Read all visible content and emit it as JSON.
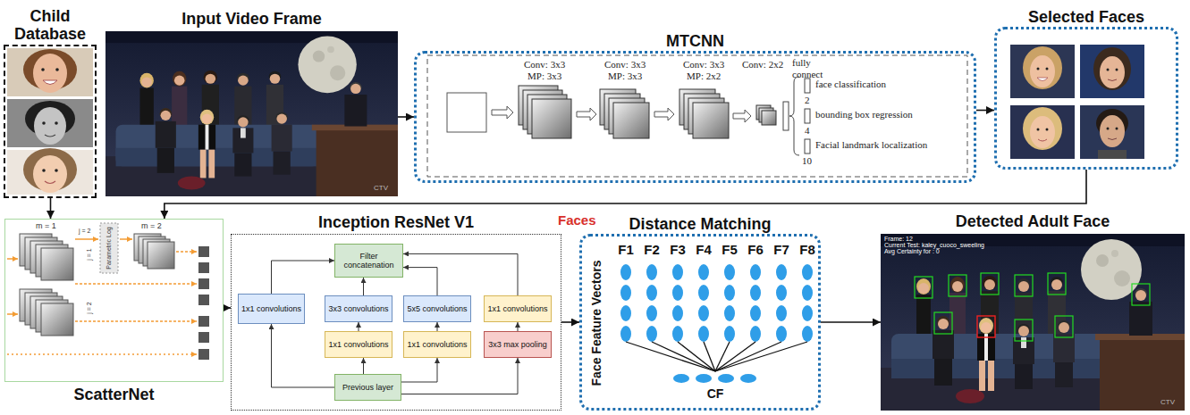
{
  "diagram": {
    "nodes": [
      {
        "text": [
          "Child Database"
        ]
      },
      {
        "text": [
          "Input Video Frame"
        ]
      },
      {
        "text": [
          "MTCNN"
        ]
      },
      {
        "text": [
          "Selected Faces"
        ]
      },
      {
        "text": [
          "ScatterNet"
        ]
      },
      {
        "text": [
          "Inception ResNet V1"
        ]
      },
      {
        "text": [
          "Filter concatenation"
        ],
        "in": 5
      },
      {
        "text": [
          "1x1 convolutions"
        ],
        "in": 5
      },
      {
        "text": [
          "3x3 convolutions"
        ],
        "in": 5
      },
      {
        "text": [
          "5x5 convolutions"
        ],
        "in": 5
      },
      {
        "text": [
          "1x1 convolutions"
        ],
        "in": 5
      },
      {
        "text": [
          "1x1 convolutions"
        ],
        "in": 5
      },
      {
        "text": [
          "1x1 convolutions"
        ],
        "in": 5
      },
      {
        "text": [
          "3x3 max pooling"
        ],
        "in": 5
      },
      {
        "text": [
          "Previous layer"
        ],
        "in": 5
      },
      {
        "text": [
          "Distance Matching"
        ]
      },
      {
        "text": [
          "Detected Adult Face"
        ]
      }
    ],
    "edges": [
      {
        "from": 0,
        "to": 4,
        "arrow": "to"
      },
      {
        "from": 1,
        "to": 2,
        "arrow": "to"
      },
      {
        "from": 2,
        "to": 3,
        "arrow": "to"
      },
      {
        "from": 3,
        "to": 4,
        "arrow": "to"
      },
      {
        "from": 4,
        "to": 5,
        "arrow": "to"
      },
      {
        "from": 5,
        "to": 15,
        "arrow": "to"
      },
      {
        "from": 15,
        "to": 16,
        "arrow": "to"
      },
      {
        "from": 14,
        "to": 7,
        "arrow": "to"
      },
      {
        "from": 14,
        "to": 11,
        "arrow": "to"
      },
      {
        "from": 14,
        "to": 12,
        "arrow": "to"
      },
      {
        "from": 14,
        "to": 13,
        "arrow": "to"
      },
      {
        "from": 11,
        "to": 8,
        "arrow": "to"
      },
      {
        "from": 12,
        "to": 9,
        "arrow": "to"
      },
      {
        "from": 13,
        "to": 10,
        "arrow": "to"
      },
      {
        "from": 7,
        "to": 6,
        "arrow": "to"
      },
      {
        "from": 8,
        "to": 6,
        "arrow": "to"
      },
      {
        "from": 9,
        "to": 6,
        "arrow": "to"
      },
      {
        "from": 10,
        "to": 6,
        "arrow": "to"
      }
    ],
    "labels": [
      "CTV",
      "Conv: 3x3",
      "MP: 3x3",
      "Conv: 3x3",
      "MP: 3x3",
      "Conv: 3x3",
      "MP: 2x2",
      "Conv: 2x2",
      "fully connect",
      "face classification",
      "2",
      "bounding box regression",
      "4",
      "Facial landmark localization",
      "10",
      "m = 1",
      "j = 2",
      "Parametric Log",
      "m = 2",
      "j = 1",
      "j = 2",
      "Faces",
      "F1",
      "F2",
      "F3",
      "F4",
      "F5",
      "F6",
      "F7",
      "F8",
      "Face Feature Vectors",
      "CF",
      "Frame: 12",
      "Current Test: kaley_cuoco_sweeling",
      "Avg Certainty for : 0",
      "CTV"
    ]
  }
}
